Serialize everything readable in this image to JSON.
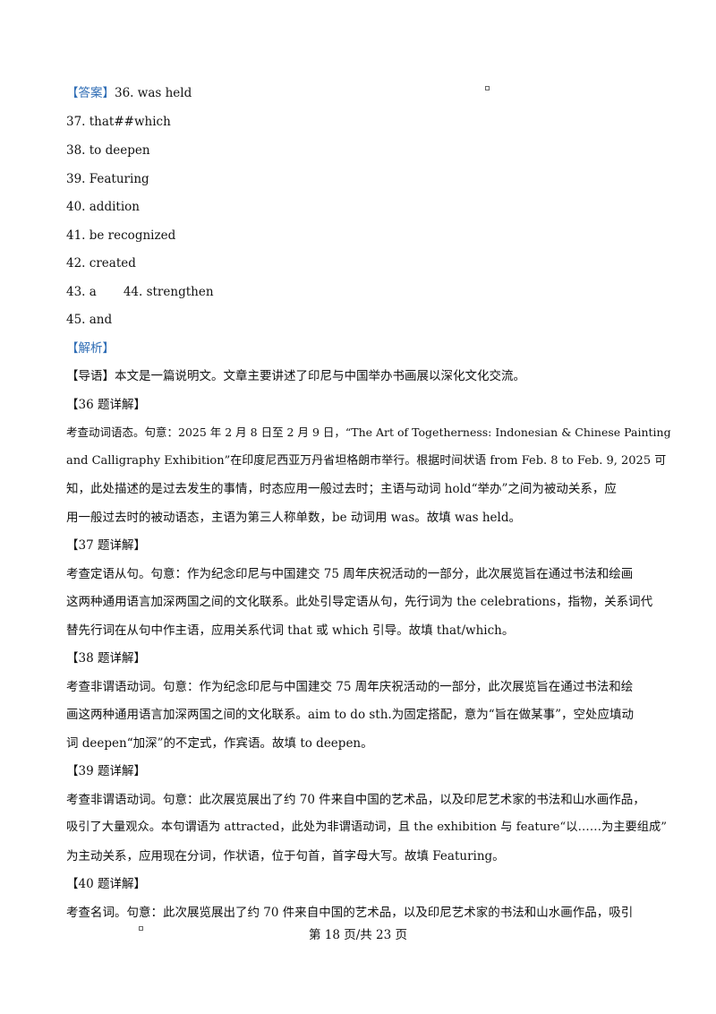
{
  "answers": {
    "label": "【答案】",
    "a36": "36. was held",
    "a37": "37. that##which",
    "a38": "38. to deepen",
    "a39": "39. Featuring",
    "a40": "40. addition",
    "a41": "41. be recognized",
    "a42": "42. created",
    "a43": "43. a",
    "a44": "44. strengthen",
    "a45": "45. and"
  },
  "analysis": {
    "label": "【解析】",
    "intro": "【导语】本文是一篇说明文。文章主要讲述了印尼与中国举办书画展以深化文化交流。",
    "q36_head": "【36 题详解】",
    "q36_l1": "考查动词语态。句意：2025 年 2 月 8 日至 2 月 9 日，“The Art of Togetherness: Indonesian & Chinese Painting",
    "q36_l2": "and Calligraphy Exhibition”在印度尼西亚万丹省坦格朗市举行。根据时间状语 from Feb. 8 to Feb. 9, 2025 可",
    "q36_l3": "知，此处描述的是过去发生的事情，时态应用一般过去时；主语与动词 hold“举办”之间为被动关系，应",
    "q36_l4": "用一般过去时的被动语态，主语为第三人称单数，be 动词用 was。故填 was held。",
    "q37_head": "【37 题详解】",
    "q37_l1": "考查定语从句。句意：作为纪念印尼与中国建交 75 周年庆祝活动的一部分，此次展览旨在通过书法和绘画",
    "q37_l2": "这两种通用语言加深两国之间的文化联系。此处引导定语从句，先行词为 the celebrations，指物，关系词代",
    "q37_l3": "替先行词在从句中作主语，应用关系代词 that 或 which 引导。故填 that/which。",
    "q38_head": "【38 题详解】",
    "q38_l1": "考查非谓语动词。句意：作为纪念印尼与中国建交 75 周年庆祝活动的一部分，此次展览旨在通过书法和绘",
    "q38_l2": "画这两种通用语言加深两国之间的文化联系。aim to do sth.为固定搭配，意为“旨在做某事”，空处应填动",
    "q38_l3": "词 deepen“加深”的不定式，作宾语。故填 to deepen。",
    "q39_head": "【39 题详解】",
    "q39_l1": "考查非谓语动词。句意：此次展览展出了约 70 件来自中国的艺术品，以及印尼艺术家的书法和山水画作品，",
    "q39_l2": "吸引了大量观众。本句谓语为 attracted，此处为非谓语动词，且 the exhibition 与 feature“以……为主要组成”",
    "q39_l3": "为主动关系，应用现在分词，作状语，位于句首，首字母大写。故填 Featuring。",
    "q40_head": "【40 题详解】",
    "q40_l1": "考查名词。句意：此次展览展出了约 70 件来自中国的艺术品，以及印尼艺术家的书法和山水画作品，吸引"
  },
  "footer": {
    "page": "第 18 页/共 23 页"
  }
}
